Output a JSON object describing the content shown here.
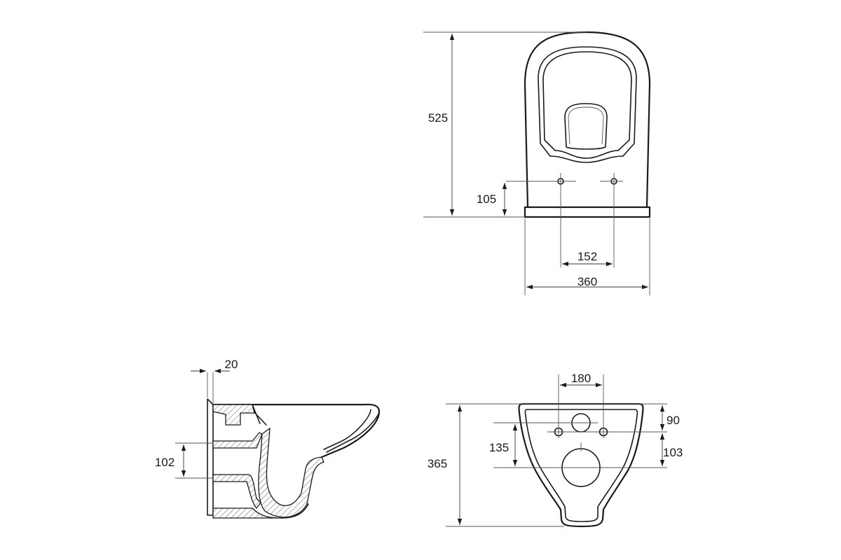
{
  "drawing": {
    "views": [
      "top-view",
      "side-section-view",
      "rear-view"
    ],
    "dimensions": {
      "top_length": "525",
      "top_fix_from_rear": "105",
      "top_fix_spacing": "152",
      "top_width": "360",
      "side_wall_offset": "20",
      "side_outlet_height": "102",
      "rear_fix_spacing": "180",
      "rear_top_to_fix": "90",
      "rear_fix_to_outlet": "103",
      "rear_inlet_to_outlet": "135",
      "rear_height": "365"
    },
    "colors": {
      "line": "#1a1a1a",
      "background": "#ffffff"
    }
  }
}
